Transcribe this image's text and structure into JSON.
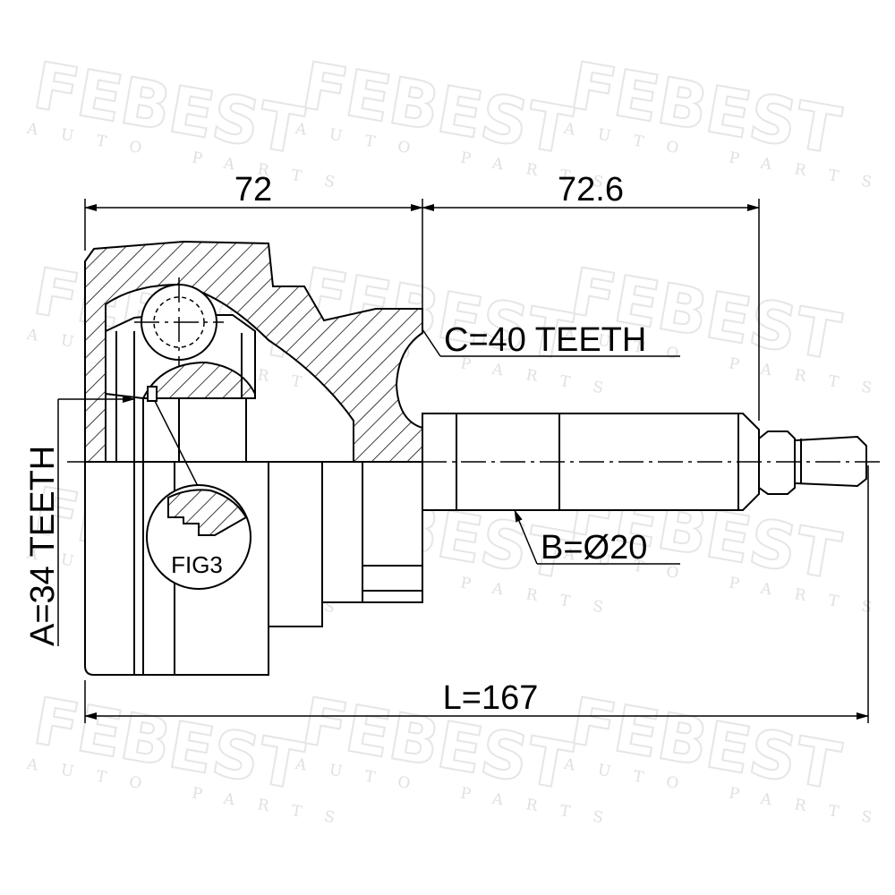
{
  "watermark": {
    "brand": "FEBEST",
    "tagline": "AUTO PARTS"
  },
  "dimensions": {
    "outer_length": "72",
    "shaft_length": "72.6",
    "total_length": "L=167",
    "abs_teeth": "C=40 TEETH",
    "shaft_diameter": "B=Ø20",
    "inner_teeth": "A=34 TEETH"
  },
  "detail": {
    "label": "FIG3"
  }
}
